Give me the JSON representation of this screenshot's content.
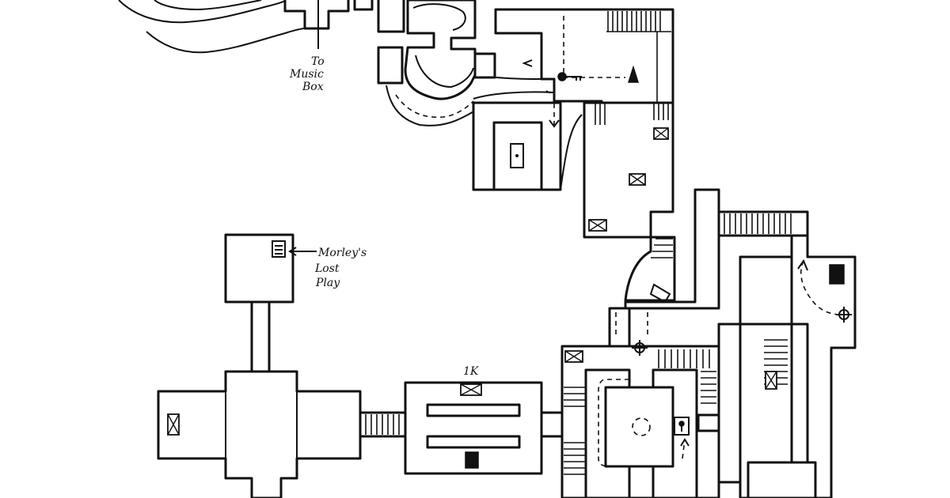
{
  "labels": {
    "music_box_line1": "To",
    "music_box_line2": "Music",
    "music_box_line3": "Box",
    "morleys_line1": "Morley's",
    "morleys_line2": "Lost",
    "morleys_line3": "Play",
    "treasure_value": "1K"
  },
  "icons": [
    "crate-icon",
    "key-icon",
    "dark-trap-icon",
    "scroll-note-icon",
    "keyhole-door-icon",
    "crosshair-icon",
    "coffin-icon",
    "statue-icon"
  ]
}
